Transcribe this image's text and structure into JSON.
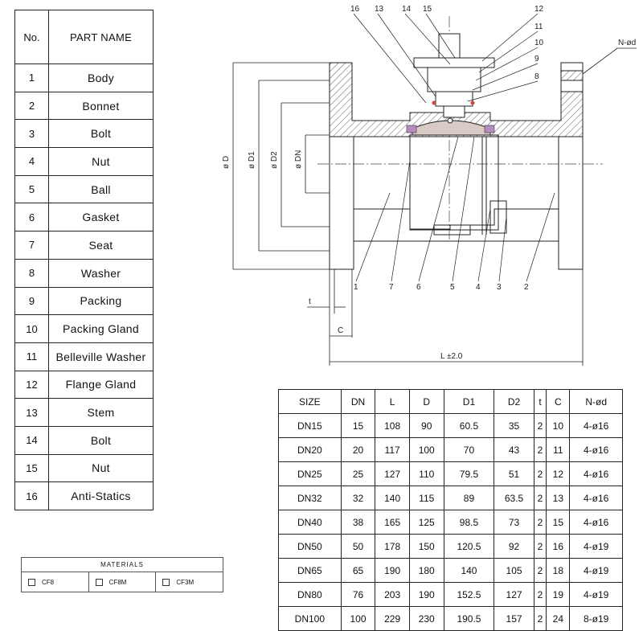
{
  "parts": {
    "header": {
      "no": "No.",
      "name": "PART NAME"
    },
    "rows": [
      {
        "no": "1",
        "name": "Body"
      },
      {
        "no": "2",
        "name": "Bonnet"
      },
      {
        "no": "3",
        "name": "Bolt"
      },
      {
        "no": "4",
        "name": "Nut"
      },
      {
        "no": "5",
        "name": "Ball"
      },
      {
        "no": "6",
        "name": "Gasket"
      },
      {
        "no": "7",
        "name": "Seat"
      },
      {
        "no": "8",
        "name": "Washer"
      },
      {
        "no": "9",
        "name": "Packing"
      },
      {
        "no": "10",
        "name": "Packing Gland"
      },
      {
        "no": "11",
        "name": "Belleville Washer"
      },
      {
        "no": "12",
        "name": "Flange Gland"
      },
      {
        "no": "13",
        "name": "Stem"
      },
      {
        "no": "14",
        "name": "Bolt"
      },
      {
        "no": "15",
        "name": "Nut"
      },
      {
        "no": "16",
        "name": "Anti-Statics"
      }
    ]
  },
  "materials": {
    "title": "MATERIALS",
    "options": [
      "CF8",
      "CF8M",
      "CF3M"
    ]
  },
  "dims": {
    "headers": [
      "SIZE",
      "DN",
      "L",
      "D",
      "D1",
      "D2",
      "t",
      "C",
      "N-ød"
    ],
    "rows": [
      [
        "DN15",
        "15",
        "108",
        "90",
        "60.5",
        "35",
        "2",
        "10",
        "4-ø16"
      ],
      [
        "DN20",
        "20",
        "117",
        "100",
        "70",
        "43",
        "2",
        "11",
        "4-ø16"
      ],
      [
        "DN25",
        "25",
        "127",
        "110",
        "79.5",
        "51",
        "2",
        "12",
        "4-ø16"
      ],
      [
        "DN32",
        "32",
        "140",
        "115",
        "89",
        "63.5",
        "2",
        "13",
        "4-ø16"
      ],
      [
        "DN40",
        "38",
        "165",
        "125",
        "98.5",
        "73",
        "2",
        "15",
        "4-ø16"
      ],
      [
        "DN50",
        "50",
        "178",
        "150",
        "120.5",
        "92",
        "2",
        "16",
        "4-ø19"
      ],
      [
        "DN65",
        "65",
        "190",
        "180",
        "140",
        "105",
        "2",
        "18",
        "4-ø19"
      ],
      [
        "DN80",
        "76",
        "203",
        "190",
        "152.5",
        "127",
        "2",
        "19",
        "4-ø19"
      ],
      [
        "DN100",
        "100",
        "229",
        "230",
        "190.5",
        "157",
        "2",
        "24",
        "8-ø19"
      ]
    ]
  },
  "drawing": {
    "top_callouts": [
      "16",
      "13",
      "14",
      "15",
      "12",
      "11",
      "10",
      "9",
      "8"
    ],
    "bottom_callouts": [
      "1",
      "7",
      "6",
      "5",
      "4",
      "3",
      "2"
    ],
    "nd_label": "N-ød",
    "dim_D": "ø D",
    "dim_D1": "ø D1",
    "dim_D2": "ø D2",
    "dim_DN": "ø DN",
    "dim_t": "t",
    "dim_C": "C",
    "dim_L": "L ±2.0"
  }
}
